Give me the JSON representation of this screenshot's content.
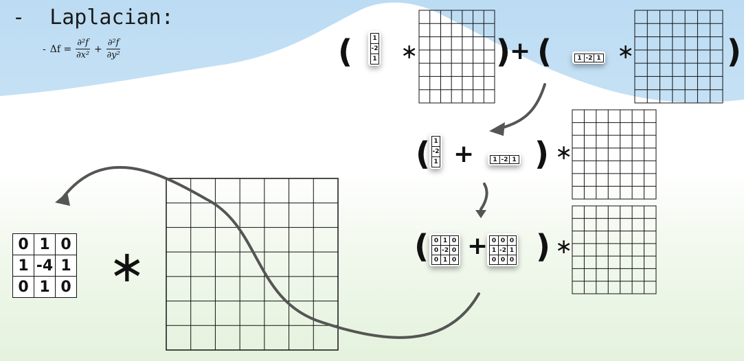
{
  "heading": {
    "bullet": "-",
    "title": "Laplacian:",
    "sub_bullet": "-",
    "lhs": "Δf =",
    "term1_num": "∂²f",
    "term1_den": "∂x²",
    "plus": "+",
    "term2_num": "∂²f",
    "term2_den": "∂y²"
  },
  "symbols": {
    "open_paren": "(",
    "close_paren": ")",
    "plus": "+",
    "convolve": "∗"
  },
  "kernels": {
    "vertical_1d": [
      "1",
      "-2",
      "1"
    ],
    "horizontal_1d": [
      "1",
      "-2",
      "1"
    ],
    "laplacian_3x3": [
      [
        "0",
        "1",
        "0"
      ],
      [
        "1",
        "-4",
        "1"
      ],
      [
        "0",
        "1",
        "0"
      ]
    ],
    "vertical_2d": [
      [
        "0",
        "1",
        "0"
      ],
      [
        "0",
        "-2",
        "0"
      ],
      [
        "0",
        "1",
        "0"
      ]
    ],
    "horizontal_2d": [
      [
        "0",
        "0",
        "0"
      ],
      [
        "1",
        "-2",
        "1"
      ],
      [
        "0",
        "0",
        "0"
      ]
    ]
  },
  "colors": {
    "line": "#111111",
    "arrow": "#555555",
    "sky": "#cfe5f5",
    "snow": "#ffffff",
    "ground": "#eaf5e3"
  }
}
